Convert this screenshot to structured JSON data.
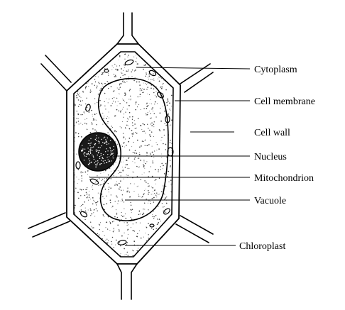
{
  "diagram": {
    "labels": {
      "cytoplasm": "Cytoplasm",
      "cell_membrane": "Cell membrane",
      "cell_wall": "Cell wall",
      "nucleus": "Nucleus",
      "mitochondrion": "Mitochondrion",
      "vacuole": "Vacuole",
      "chloroplast": "Chloroplast"
    },
    "colors": {
      "ink": "#000000",
      "background": "#ffffff"
    }
  }
}
